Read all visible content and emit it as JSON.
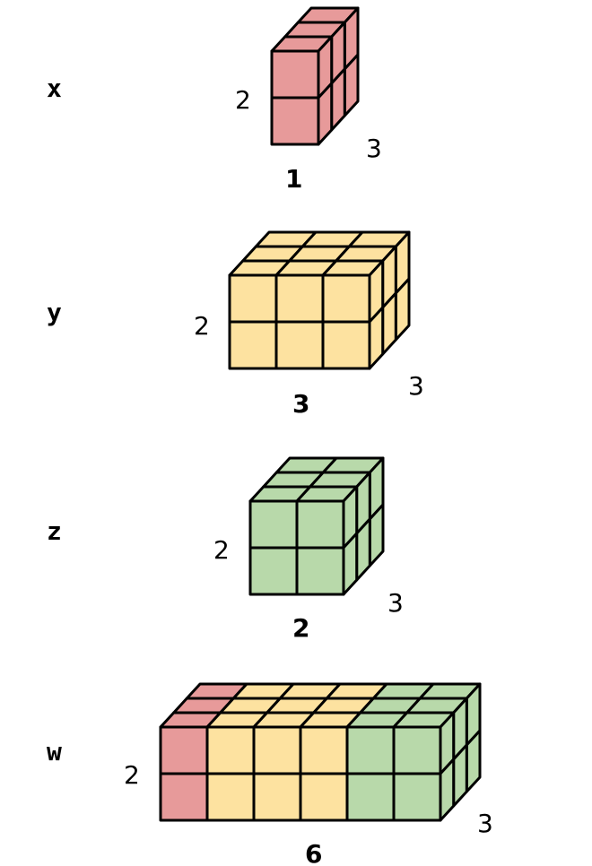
{
  "colors": {
    "red": "#E79A9A",
    "yellow": "#FDE2A0",
    "green": "#B8D9AA",
    "outline": "#000000",
    "count_text": "#E8301E"
  },
  "tensors": [
    {
      "name": "x",
      "height_label": "2",
      "depth_label": "3",
      "width_label": "1",
      "columns": [
        "red"
      ]
    },
    {
      "name": "y",
      "height_label": "2",
      "depth_label": "3",
      "width_label": "3",
      "columns": [
        "yellow",
        "yellow",
        "yellow"
      ]
    },
    {
      "name": "z",
      "height_label": "2",
      "depth_label": "3",
      "width_label": "2",
      "columns": [
        "green",
        "green"
      ]
    },
    {
      "name": "w",
      "height_label": "2",
      "depth_label": "3",
      "width_label": "6",
      "columns": [
        "red",
        "yellow",
        "yellow",
        "yellow",
        "green",
        "green"
      ]
    }
  ]
}
